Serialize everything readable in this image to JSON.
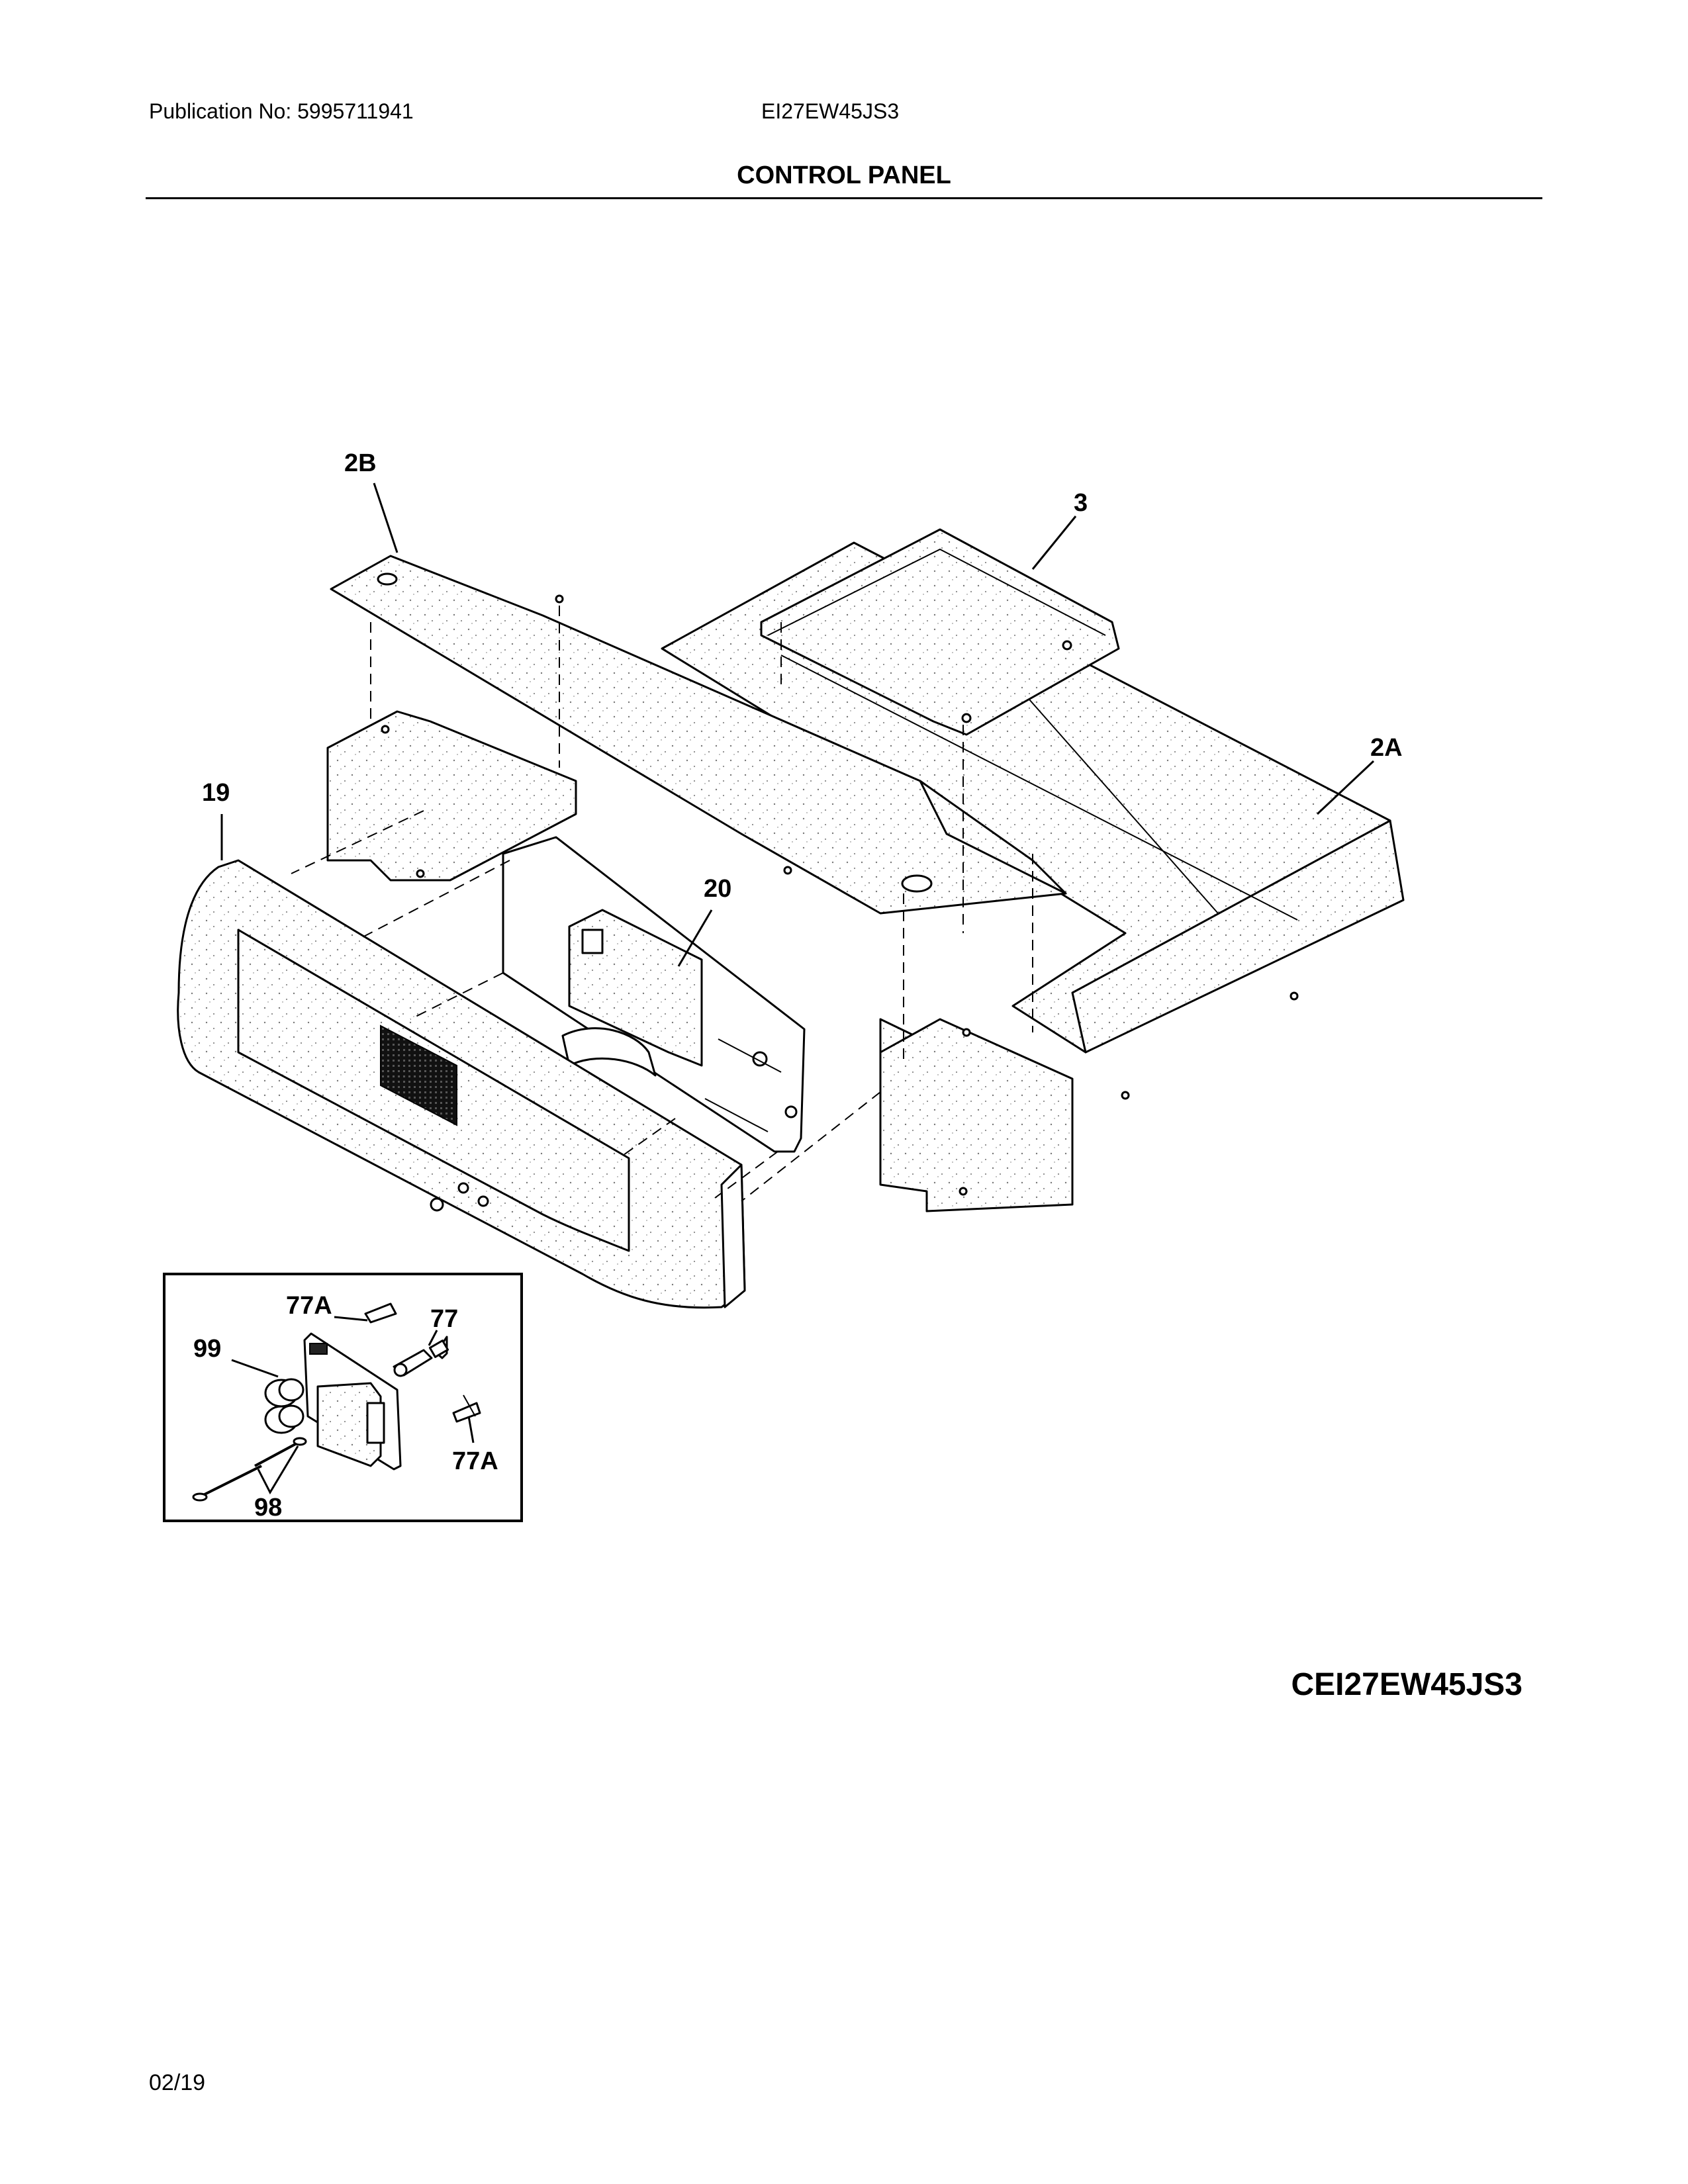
{
  "header": {
    "publication_no": "Publication No: 5995711941",
    "model": "EI27EW45JS3",
    "section_title": "CONTROL PANEL"
  },
  "callouts": {
    "c_2B": "2B",
    "c_3": "3",
    "c_2A": "2A",
    "c_19": "19",
    "c_20": "20",
    "c_77A_top": "77A",
    "c_77": "77",
    "c_99": "99",
    "c_77A_bottom": "77A",
    "c_98": "98"
  },
  "footer": {
    "drawing_code": "CEI27EW45JS3",
    "date": "02/19"
  }
}
